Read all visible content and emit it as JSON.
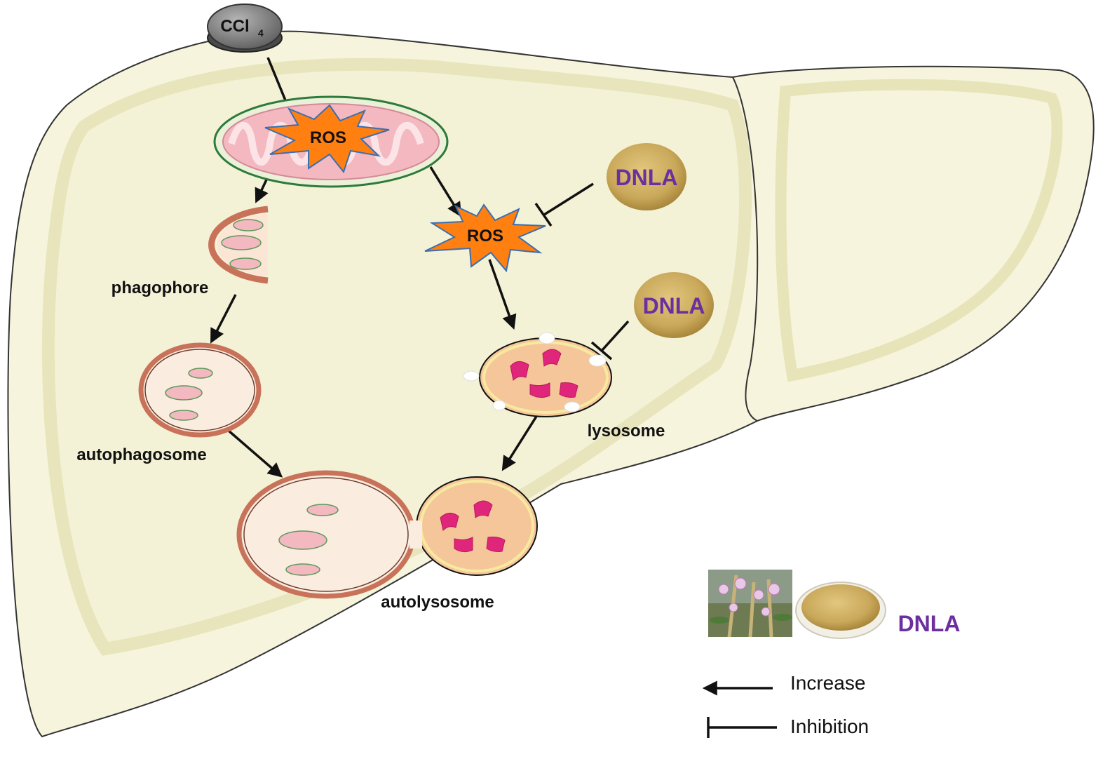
{
  "trigger": {
    "text": "CCl",
    "subscript": "4"
  },
  "ros_labels": [
    "ROS",
    "ROS"
  ],
  "labels": {
    "phagophore": "phagophore",
    "autophagosome": "autophagosome",
    "lysosome": "lysosome",
    "autolysosome": "autolysosome"
  },
  "dnla_labels": [
    "DNLA",
    "DNLA",
    "DNLA"
  ],
  "legend": {
    "increase": "Increase",
    "inhibition": "Inhibition"
  },
  "colors": {
    "liver": "#f6f4dc",
    "liver_inner": "#ecebc4",
    "ros": "#ff7f11",
    "mito_pink": "#f3b8c0",
    "lysosome": "#f5c69a",
    "enzyme": "#e0267a",
    "dnla_text": "#6b2fa0",
    "powder": "#c9a85a"
  }
}
